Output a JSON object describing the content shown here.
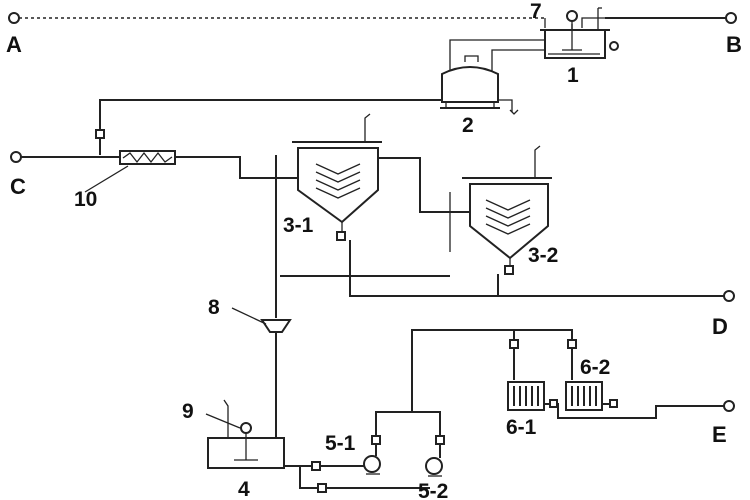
{
  "streams": {
    "A": "A",
    "B": "B",
    "C": "C",
    "D": "D",
    "E": "E"
  },
  "units": {
    "u1": "1",
    "u2": "2",
    "u3_1": "3-1",
    "u3_2": "3-2",
    "u4": "4",
    "u5_1": "5-1",
    "u5_2": "5-2",
    "u6_1": "6-1",
    "u6_2": "6-2",
    "u7": "7",
    "u8": "8",
    "u9": "9",
    "u10": "10"
  }
}
